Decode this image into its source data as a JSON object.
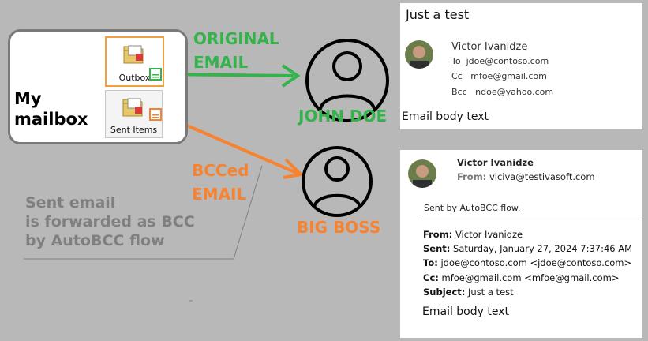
{
  "mailbox": {
    "label_line1": "My",
    "label_line2": "mailbox",
    "outbox_label": "Outbox",
    "sent_label": "Sent Items"
  },
  "labels": {
    "original_line1": "ORIGINAL",
    "original_line2": "EMAIL",
    "bcced_line1": "BCCed",
    "bcced_line2": "EMAIL",
    "note_line1": "Sent email",
    "note_line2": "is forwarded as BCC",
    "note_line3": "by AutoBCC flow",
    "john": "JOHN DOE",
    "boss": "BIG BOSS"
  },
  "email1": {
    "subject": "Just a test",
    "sender": "Victor Ivanidze",
    "to_label": "To",
    "to_value": "jdoe@contoso.com",
    "cc_label": "Cc",
    "cc_value": "mfoe@gmail.com",
    "bcc_label": "Bcc",
    "bcc_value": "ndoe@yahoo.com",
    "body": "Email body text"
  },
  "email2": {
    "sender": "Victor Ivanidze",
    "from_label": "From:",
    "from_value": "viciva@testivasoft.com",
    "intro": "Sent by AutoBCC flow.",
    "h_from_label": "From:",
    "h_from_value": "Victor Ivanidze",
    "h_sent_label": "Sent:",
    "h_sent_value": "Saturday, January 27, 2024 7:37:46 AM",
    "h_to_label": "To:",
    "h_to_value": "jdoe@contoso.com <jdoe@contoso.com>",
    "h_cc_label": "Cc:",
    "h_cc_value": "mfoe@gmail.com <mfoe@gmail.com>",
    "h_subject_label": "Subject:",
    "h_subject_value": "Just a test",
    "body": "Email body text"
  },
  "colors": {
    "green": "#33b34a",
    "orange": "#f78230",
    "gray": "#7f7f7f",
    "background": "#b8b8b8"
  }
}
